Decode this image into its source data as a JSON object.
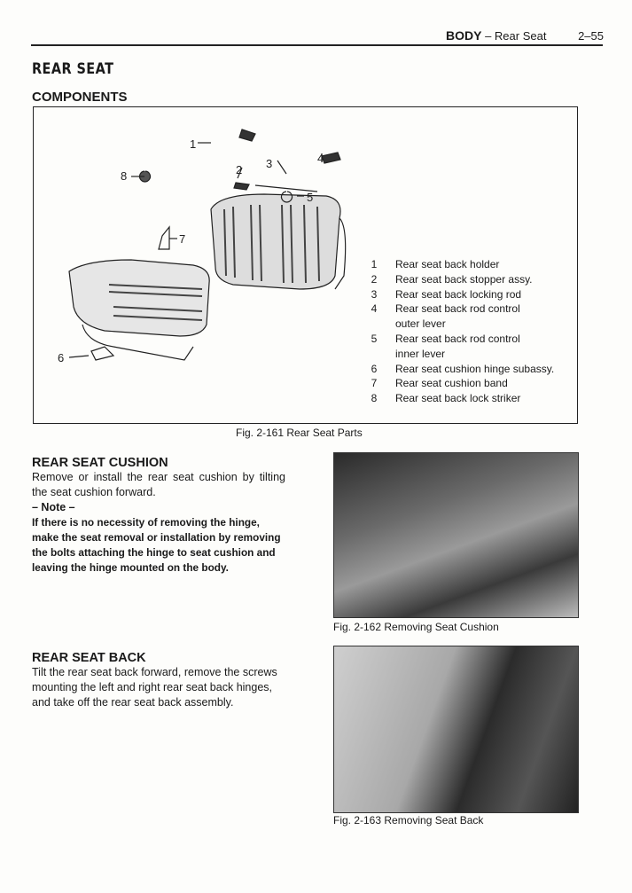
{
  "header": {
    "section": "BODY",
    "subtitle": "– Rear Seat",
    "page": "2–55"
  },
  "title": "REAR SEAT",
  "components_heading": "COMPONENTS",
  "diagram": {
    "callouts": [
      "1",
      "2",
      "3",
      "4",
      "5",
      "6",
      "7",
      "8"
    ]
  },
  "legend": [
    {
      "n": "1",
      "label": "Rear seat back holder"
    },
    {
      "n": "2",
      "label": "Rear seat back stopper assy."
    },
    {
      "n": "3",
      "label": "Rear seat back locking rod"
    },
    {
      "n": "4",
      "label": "Rear seat back rod control"
    },
    {
      "n": "",
      "label": "outer lever"
    },
    {
      "n": "5",
      "label": "Rear seat back rod control"
    },
    {
      "n": "",
      "label": "inner lever"
    },
    {
      "n": "6",
      "label": "Rear seat cushion hinge subassy."
    },
    {
      "n": "7",
      "label": "Rear seat cushion band"
    },
    {
      "n": "8",
      "label": "Rear seat back lock striker"
    }
  ],
  "fig161": "Fig. 2-161  Rear Seat Parts",
  "cushion": {
    "heading": "REAR SEAT CUSHION",
    "text": "Remove or install the rear seat cushion by tilting the seat cushion forward.",
    "note_label": "– Note –",
    "note": "If there is no necessity of removing the hinge, make the seat removal or installation by removing the bolts attaching the hinge to seat cushion and leaving the hinge mounted on the body."
  },
  "fig162": "Fig. 2-162  Removing Seat Cushion",
  "back": {
    "heading": "REAR SEAT BACK",
    "text": "Tilt the rear seat back forward, remove the screws mounting the left and right rear seat back hinges, and take off the rear seat back assembly."
  },
  "fig163": "Fig. 2-163  Removing Seat Back"
}
